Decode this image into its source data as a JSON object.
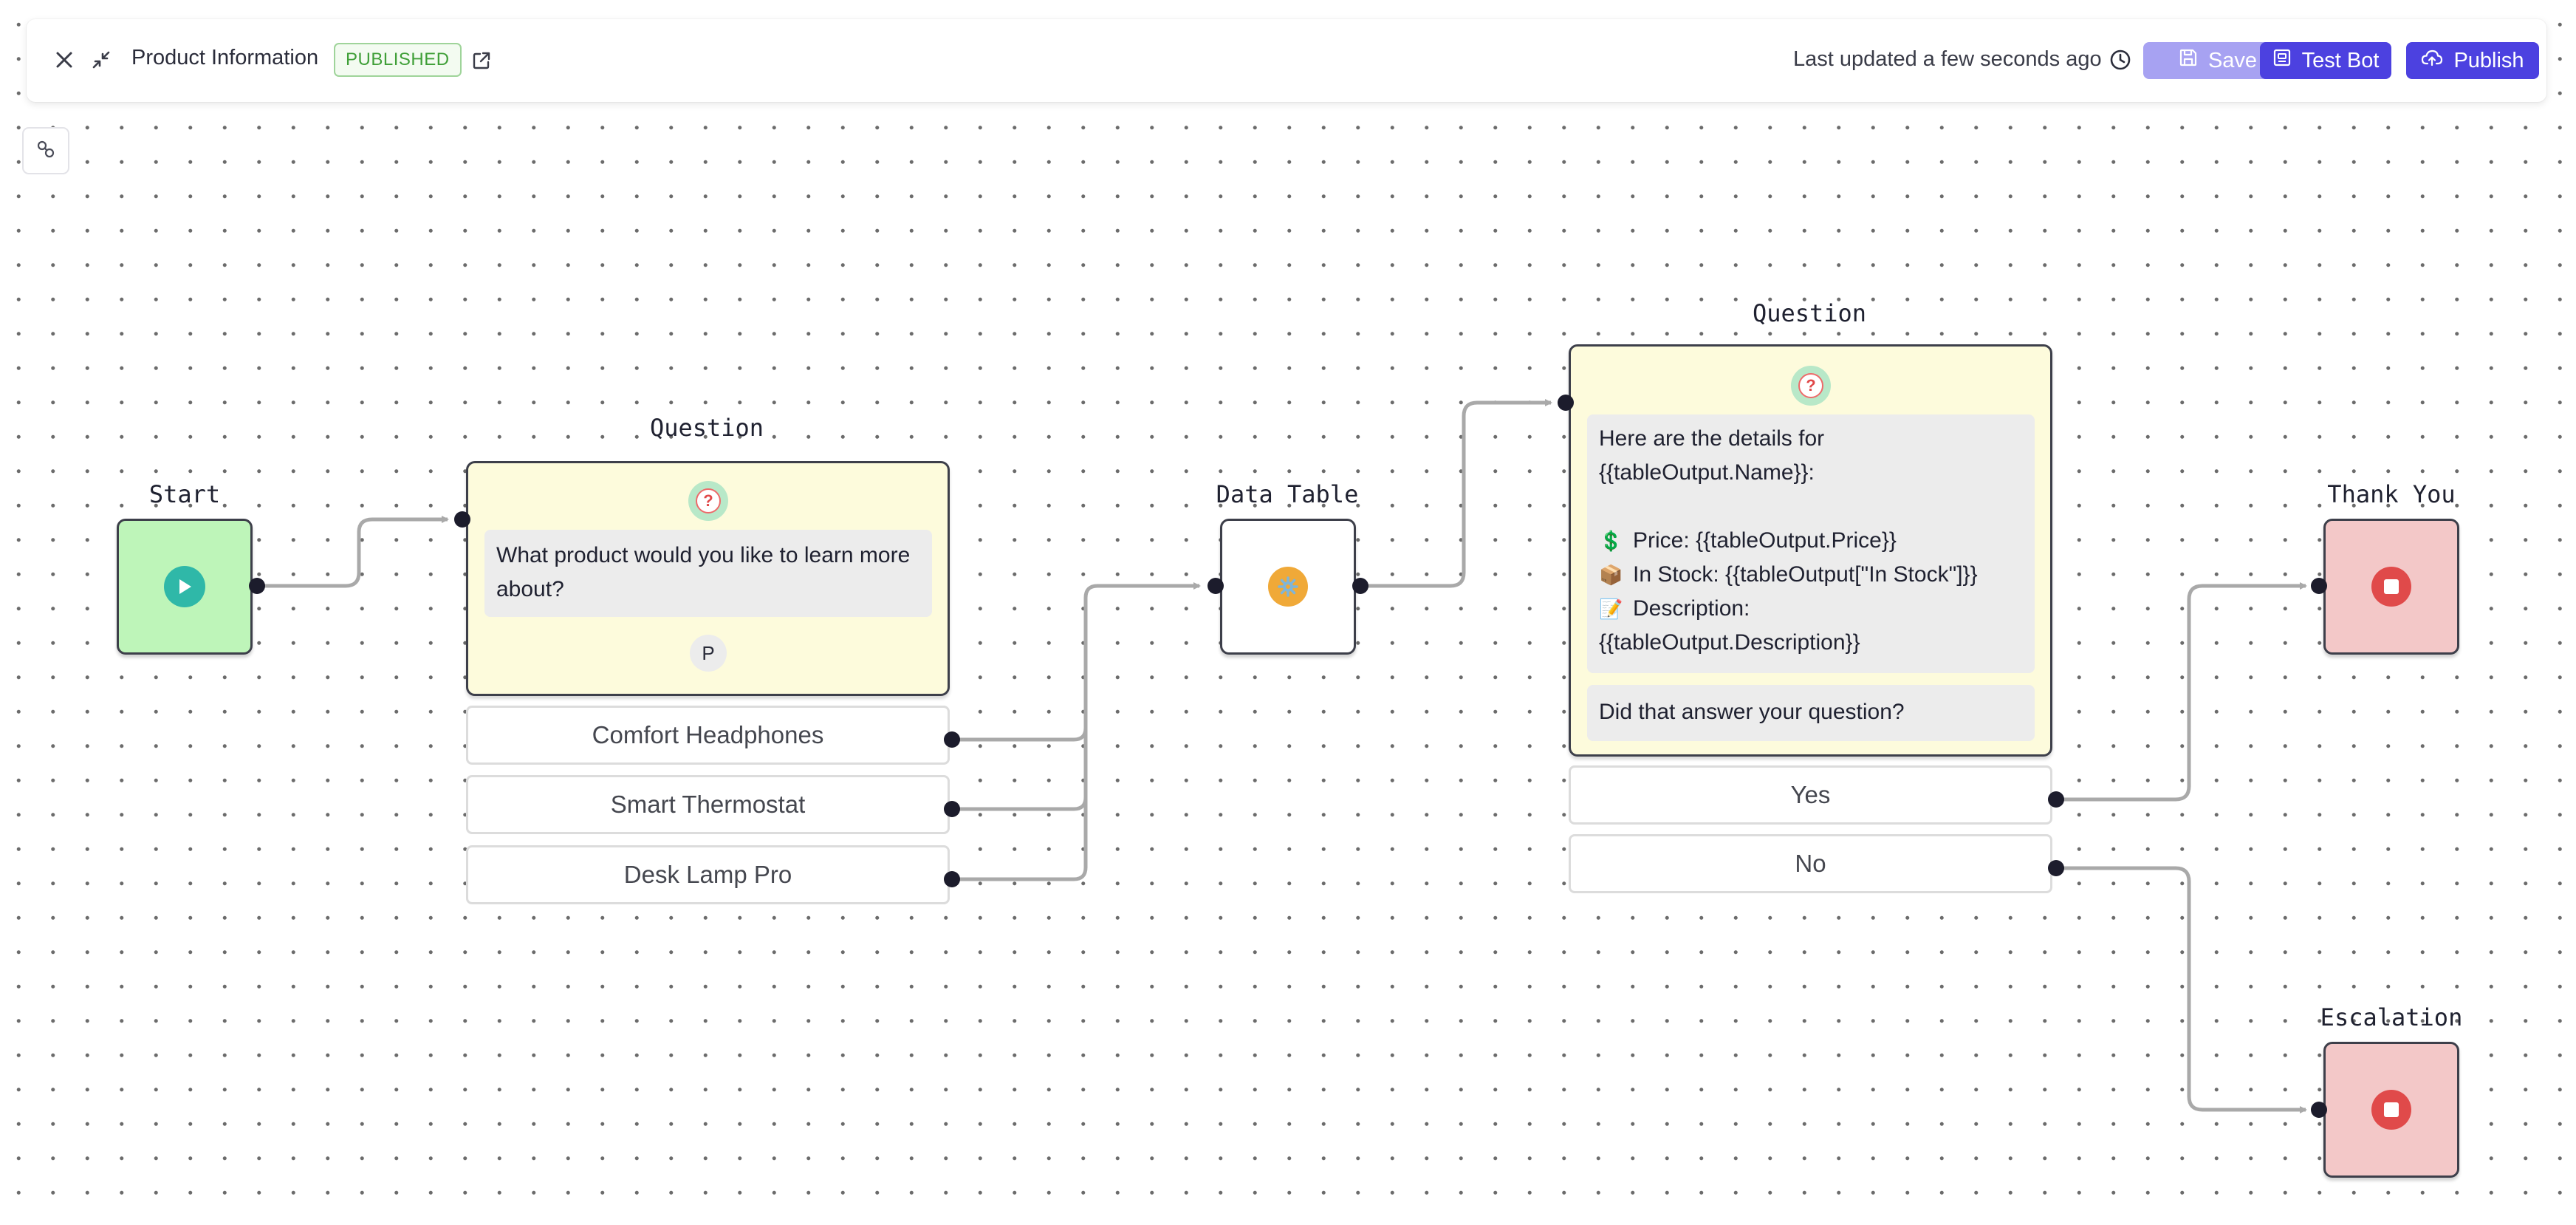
{
  "header": {
    "title": "Product Information",
    "status_badge": "PUBLISHED",
    "last_updated": "Last updated a few seconds ago",
    "buttons": {
      "save": "Save",
      "test_bot": "Test Bot",
      "publish": "Publish"
    }
  },
  "colors": {
    "primary": "#4c41e0",
    "primary_disabled": "#a7a2f2",
    "published_green": "#3f9f38",
    "start_node": "#bef5b9",
    "question_node": "#fdfbdc",
    "end_node": "#f3c8c8",
    "connector": "#a9a9a9"
  },
  "icons": {
    "close": "close-icon",
    "collapse": "collapse-icon",
    "external_link": "external-link-icon",
    "history": "clock-icon",
    "save": "save-icon",
    "test_bot": "bot-icon",
    "publish": "cloud-upload-icon",
    "fit_view": "fit-view-icon"
  },
  "nodes": {
    "start": {
      "label": "Start"
    },
    "question1": {
      "label": "Question",
      "text": "What product would you like to learn more about?",
      "variable_badge": "P",
      "options": [
        "Comfort Headphones",
        "Smart Thermostat",
        "Desk Lamp Pro"
      ]
    },
    "data_table": {
      "label": "Data Table"
    },
    "question2": {
      "label": "Question",
      "details_line1": "Here are the details for",
      "details_line2": "{{tableOutput.Name}}:",
      "price_emoji": "💲",
      "price": "Price: {{tableOutput.Price}}",
      "stock_emoji": "📦",
      "stock": "In Stock: {{tableOutput[\"In Stock\"]}}",
      "description_emoji": "📝",
      "description_label": "Description:",
      "description_value": "{{tableOutput.Description}}",
      "prompt": "Did that answer your question?",
      "options": [
        "Yes",
        "No"
      ]
    },
    "thank_you": {
      "label": "Thank You"
    },
    "escalation": {
      "label": "Escalation"
    }
  }
}
